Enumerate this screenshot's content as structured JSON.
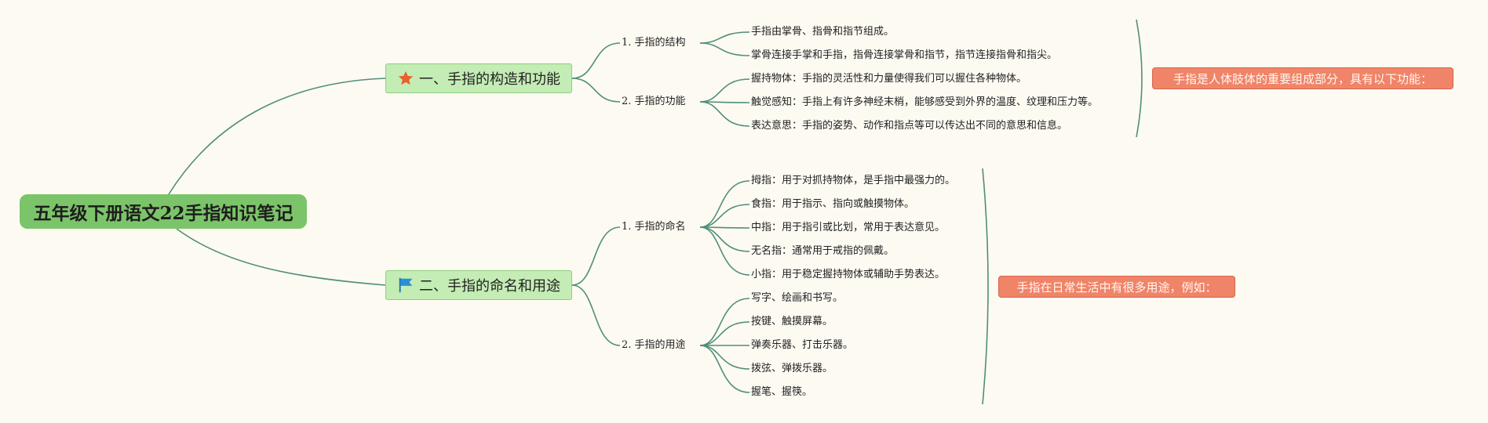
{
  "root": {
    "title": "五年级下册语文22手指知识笔记"
  },
  "branches": [
    {
      "title": "一、手指的构造和功能",
      "icon": "star-icon",
      "icon_color": "#e8602c",
      "subs": [
        {
          "label": "1. 手指的结构",
          "leaves": [
            "手指由掌骨、指骨和指节组成。",
            "掌骨连接手掌和手指，指骨连接掌骨和指节，指节连接指骨和指尖。"
          ]
        },
        {
          "label": "2. 手指的功能",
          "leaves": [
            "握持物体：手指的灵活性和力量使得我们可以握住各种物体。",
            "触觉感知：手指上有许多神经末梢，能够感受到外界的温度、纹理和压力等。",
            "表达意思：手指的姿势、动作和指点等可以传达出不同的意思和信息。"
          ]
        }
      ],
      "summary": "手指是人体肢体的重要组成部分，具有以下功能："
    },
    {
      "title": "二、手指的命名和用途",
      "icon": "flag-icon",
      "icon_color": "#2a8fd8",
      "subs": [
        {
          "label": "1. 手指的命名",
          "leaves": [
            "拇指：用于对抓持物体，是手指中最强力的。",
            "食指：用于指示、指向或触摸物体。",
            "中指：用于指引或比划，常用于表达意见。",
            "无名指：通常用于戒指的佩戴。",
            "小指：用于稳定握持物体或辅助手势表达。"
          ]
        },
        {
          "label": "2. 手指的用途",
          "leaves": [
            "写字、绘画和书写。",
            "按键、触摸屏幕。",
            "弹奏乐器、打击乐器。",
            "拨弦、弹拨乐器。",
            "握笔、握筷。"
          ]
        }
      ],
      "summary": "手指在日常生活中有很多用途，例如："
    }
  ],
  "colors": {
    "line": "#4f8f78",
    "root_fill": "#7cc46a",
    "branch_fill": "#c4ecb5",
    "summary_fill": "#f08468",
    "background": "#fdfaf2"
  }
}
